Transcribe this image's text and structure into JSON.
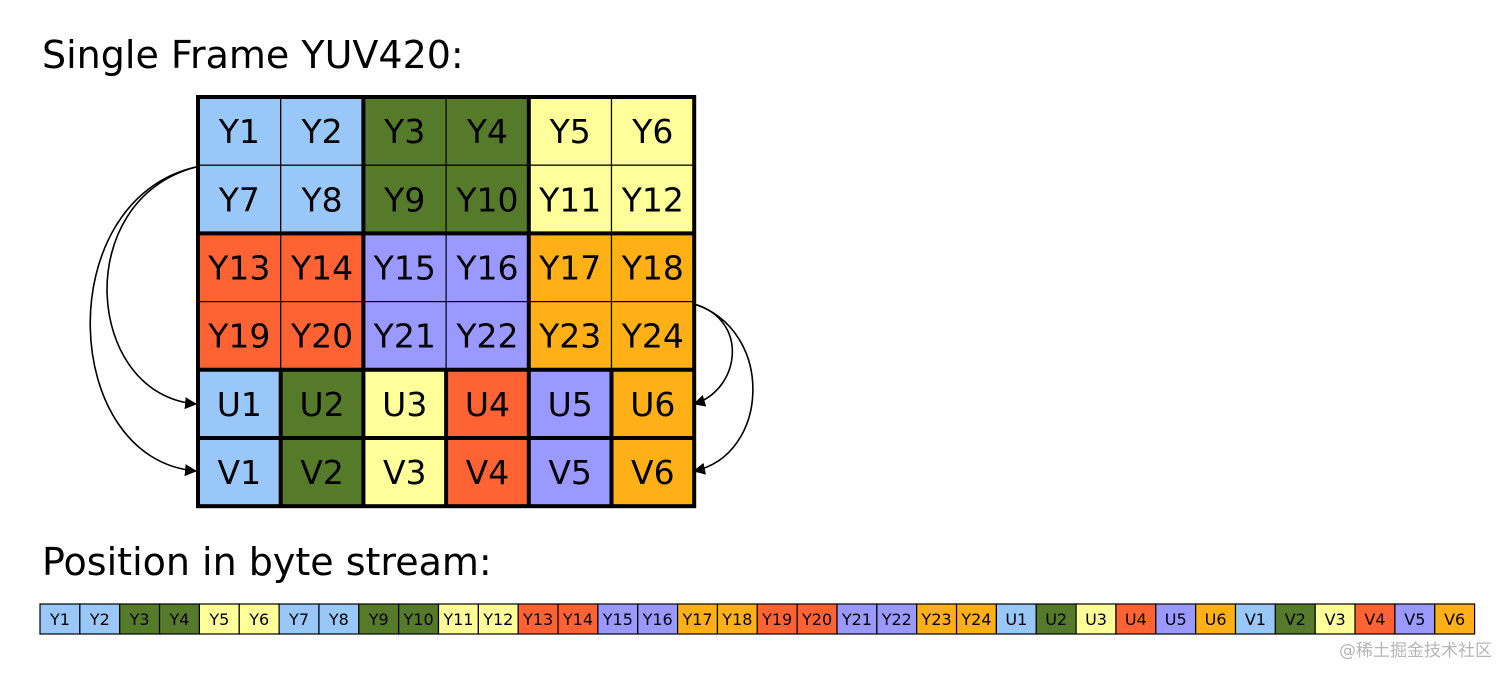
{
  "title": "Single Frame YUV420:",
  "stream_title": "Position in byte stream:",
  "watermark": "@稀土掘金技术社区",
  "colors": {
    "blue": "#99c8f8",
    "green": "#557b2a",
    "yellow": "#ffff99",
    "red": "#ff6333",
    "purple": "#9999ff",
    "orange": "#ffb016"
  },
  "grid": {
    "y_rows": [
      [
        {
          "label": "Y1",
          "color": "blue"
        },
        {
          "label": "Y2",
          "color": "blue"
        },
        {
          "label": "Y3",
          "color": "green"
        },
        {
          "label": "Y4",
          "color": "green"
        },
        {
          "label": "Y5",
          "color": "yellow"
        },
        {
          "label": "Y6",
          "color": "yellow"
        }
      ],
      [
        {
          "label": "Y7",
          "color": "blue"
        },
        {
          "label": "Y8",
          "color": "blue"
        },
        {
          "label": "Y9",
          "color": "green"
        },
        {
          "label": "Y10",
          "color": "green"
        },
        {
          "label": "Y11",
          "color": "yellow"
        },
        {
          "label": "Y12",
          "color": "yellow"
        }
      ],
      [
        {
          "label": "Y13",
          "color": "red"
        },
        {
          "label": "Y14",
          "color": "red"
        },
        {
          "label": "Y15",
          "color": "purple"
        },
        {
          "label": "Y16",
          "color": "purple"
        },
        {
          "label": "Y17",
          "color": "orange"
        },
        {
          "label": "Y18",
          "color": "orange"
        }
      ],
      [
        {
          "label": "Y19",
          "color": "red"
        },
        {
          "label": "Y20",
          "color": "red"
        },
        {
          "label": "Y21",
          "color": "purple"
        },
        {
          "label": "Y22",
          "color": "purple"
        },
        {
          "label": "Y23",
          "color": "orange"
        },
        {
          "label": "Y24",
          "color": "orange"
        }
      ]
    ],
    "u_row": [
      {
        "label": "U1",
        "color": "blue"
      },
      {
        "label": "U2",
        "color": "green"
      },
      {
        "label": "U3",
        "color": "yellow"
      },
      {
        "label": "U4",
        "color": "red"
      },
      {
        "label": "U5",
        "color": "purple"
      },
      {
        "label": "U6",
        "color": "orange"
      }
    ],
    "v_row": [
      {
        "label": "V1",
        "color": "blue"
      },
      {
        "label": "V2",
        "color": "green"
      },
      {
        "label": "V3",
        "color": "yellow"
      },
      {
        "label": "V4",
        "color": "red"
      },
      {
        "label": "V5",
        "color": "purple"
      },
      {
        "label": "V6",
        "color": "orange"
      }
    ]
  },
  "stream": [
    {
      "label": "Y1",
      "color": "blue"
    },
    {
      "label": "Y2",
      "color": "blue"
    },
    {
      "label": "Y3",
      "color": "green"
    },
    {
      "label": "Y4",
      "color": "green"
    },
    {
      "label": "Y5",
      "color": "yellow"
    },
    {
      "label": "Y6",
      "color": "yellow"
    },
    {
      "label": "Y7",
      "color": "blue"
    },
    {
      "label": "Y8",
      "color": "blue"
    },
    {
      "label": "Y9",
      "color": "green"
    },
    {
      "label": "Y10",
      "color": "green"
    },
    {
      "label": "Y11",
      "color": "yellow"
    },
    {
      "label": "Y12",
      "color": "yellow"
    },
    {
      "label": "Y13",
      "color": "red"
    },
    {
      "label": "Y14",
      "color": "red"
    },
    {
      "label": "Y15",
      "color": "purple"
    },
    {
      "label": "Y16",
      "color": "purple"
    },
    {
      "label": "Y17",
      "color": "orange"
    },
    {
      "label": "Y18",
      "color": "orange"
    },
    {
      "label": "Y19",
      "color": "red"
    },
    {
      "label": "Y20",
      "color": "red"
    },
    {
      "label": "Y21",
      "color": "purple"
    },
    {
      "label": "Y22",
      "color": "purple"
    },
    {
      "label": "Y23",
      "color": "orange"
    },
    {
      "label": "Y24",
      "color": "orange"
    },
    {
      "label": "U1",
      "color": "blue"
    },
    {
      "label": "U2",
      "color": "green"
    },
    {
      "label": "U3",
      "color": "yellow"
    },
    {
      "label": "U4",
      "color": "red"
    },
    {
      "label": "U5",
      "color": "purple"
    },
    {
      "label": "U6",
      "color": "orange"
    },
    {
      "label": "V1",
      "color": "blue"
    },
    {
      "label": "V2",
      "color": "green"
    },
    {
      "label": "V3",
      "color": "yellow"
    },
    {
      "label": "V4",
      "color": "red"
    },
    {
      "label": "V5",
      "color": "purple"
    },
    {
      "label": "V6",
      "color": "orange"
    }
  ]
}
